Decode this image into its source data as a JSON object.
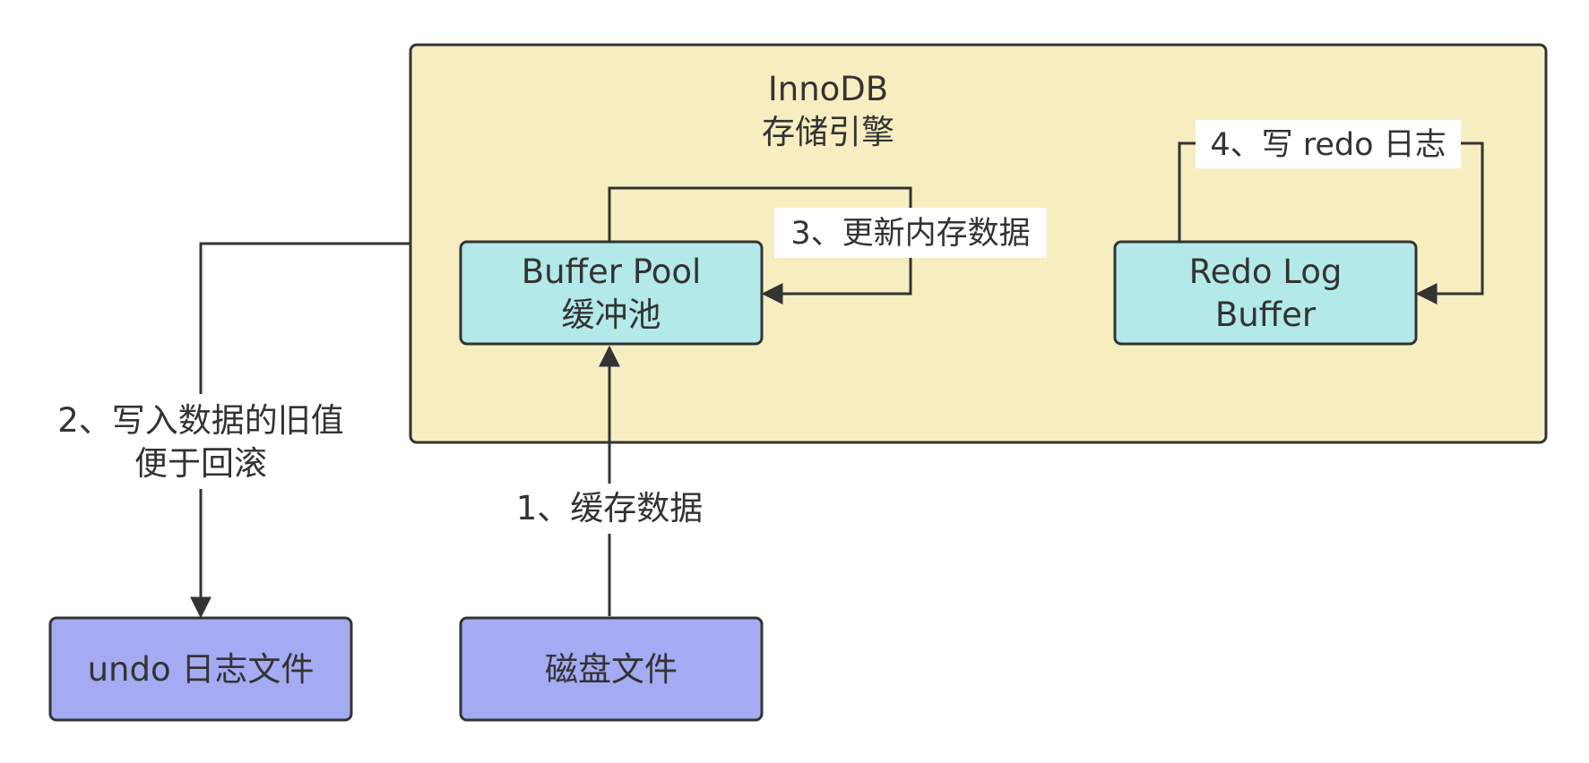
{
  "colors": {
    "container_fill": "#f6edc1",
    "memory_node_fill": "#b3e9e8",
    "file_node_fill": "#a4abf2",
    "stroke": "#333333",
    "label_background": "#ffffff"
  },
  "container": {
    "title_line1": "InnoDB",
    "title_line2": "存储引擎"
  },
  "nodes": {
    "buffer_pool": {
      "line1": "Buffer Pool",
      "line2": "缓冲池"
    },
    "redo_log_buffer": {
      "line1": "Redo Log",
      "line2": "Buffer"
    },
    "undo_file": {
      "label": "undo 日志文件"
    },
    "disk_file": {
      "label": "磁盘文件"
    }
  },
  "edges": {
    "cache_data": "1、缓存数据",
    "write_old_value_line1": "2、写入数据的旧值",
    "write_old_value_line2": "便于回滚",
    "update_memory": "3、更新内存数据",
    "write_redo": "4、写 redo 日志"
  }
}
